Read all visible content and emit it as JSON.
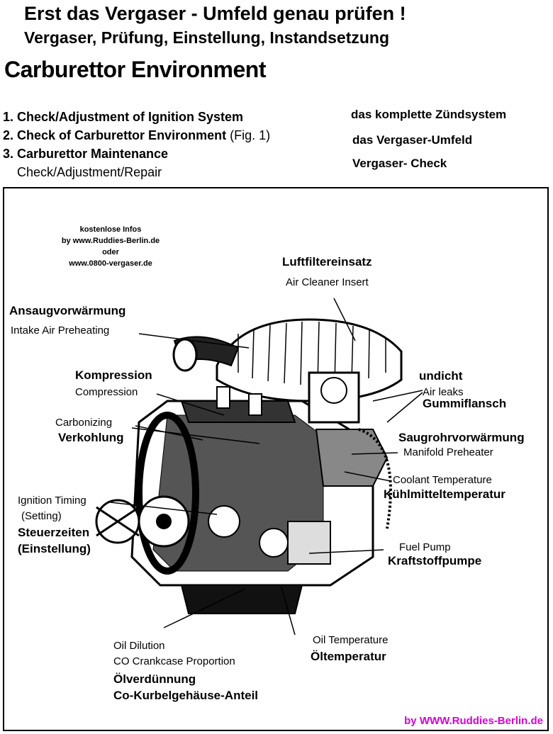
{
  "header": {
    "title_de": "Erst das Vergaser - Umfeld genau prüfen !",
    "subtitle_de": "Vergaser, Prüfung, Einstellung, Instandsetzung",
    "title_en": "Carburettor Environment"
  },
  "steps": [
    {
      "num": "1.",
      "text": "Check/Adjustment of Ignition System",
      "extra": "",
      "de": "das komplette Zündsystem"
    },
    {
      "num": "2.",
      "text": "Check of Carburettor Environment",
      "extra": "(Fig. 1)",
      "de": "das Vergaser-Umfeld"
    },
    {
      "num": "3.",
      "text": "Carburettor Maintenance",
      "extra": "",
      "de": "Vergaser- Check"
    }
  ],
  "step3_sub": "Check/Adjustment/Repair",
  "info": {
    "line1": "kostenlose Infos",
    "line2": "by www.Ruddies-Berlin.de",
    "line3": "oder",
    "line4": "www.0800-vergaser.de"
  },
  "labels": {
    "air_cleaner_de": "Luftfiltereinsatz",
    "air_cleaner_en": "Air Cleaner Insert",
    "intake_de": "Ansaugvorwärmung",
    "intake_en": "Intake Air Preheating",
    "compression_de": "Kompression",
    "compression_en": "Compression",
    "carbon_en": "Carbonizing",
    "carbon_de": "Verkohlung",
    "leak_de1": "undicht",
    "leak_en": "Air leaks",
    "leak_de2": "Gummiflansch",
    "manifold_de": "Saugrohrvorwärmung",
    "manifold_en": "Manifold Preheater",
    "coolant_en": "Coolant Temperature",
    "coolant_de": "Kühlmitteltemperatur",
    "timing_en1": "Ignition Timing",
    "timing_en2": "(Setting)",
    "timing_de1": "Steuerzeiten",
    "timing_de2": "(Einstellung)",
    "fuel_en": "Fuel Pump",
    "fuel_de": "Kraftstoffpumpe",
    "oiltemp_en": "Oil Temperature",
    "oiltemp_de": "Öltemperatur",
    "oildil_en1": "Oil Dilution",
    "oildil_en2": "CO Crankcase Proportion",
    "oildil_de1": "Ölverdünnung",
    "oildil_de2": "Co-Kurbelgehäuse-Anteil"
  },
  "footer": {
    "prefix": "by",
    "site": "WWW.Ruddies-Berlin.de",
    "color": "#d400d4"
  },
  "icons": [
    "engine-illustration"
  ]
}
